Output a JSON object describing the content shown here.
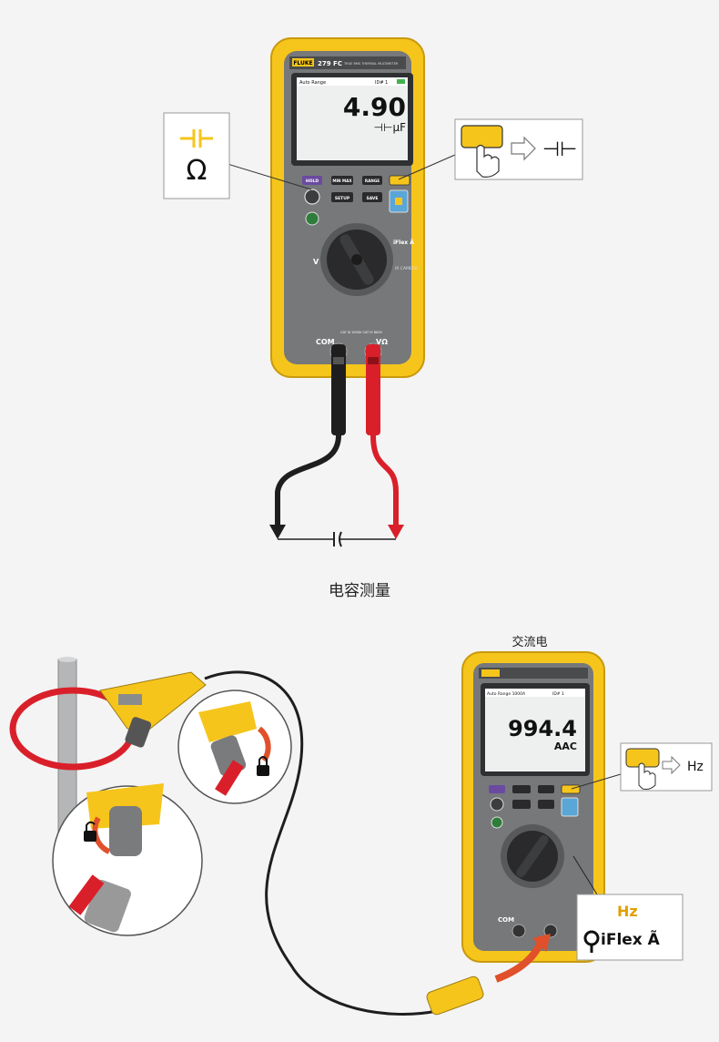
{
  "colors": {
    "yellow": "#f6c51c",
    "meter_body": "#76787a",
    "red_lead": "#d9202a",
    "black_lead": "#1e1e1e",
    "background": "#f4f4f4"
  },
  "meter_top": {
    "brand": "FLUKE",
    "model": "279 FC",
    "model_sub": "TRUE RMS THERMAL MULTIMETER",
    "screen": {
      "status": "Auto Range",
      "id": "ID# 1",
      "value": "4.90",
      "unit": "⊣⊢μF"
    },
    "buttons": {
      "hold": "HOLD",
      "minmax": "MIN MAX",
      "range": "RANGE",
      "setup": "SETUP",
      "save": "SAVE"
    },
    "dial_labels": {
      "left": "V",
      "bottom_right": "IR CAMERA",
      "right": "iFlex Ã"
    },
    "terminals": {
      "com": "COM",
      "cat": "CAT III 1000V  CAT IV 600V",
      "volt": "VΩ"
    }
  },
  "callout_left": {
    "icon": "capacitor-icon",
    "symbol": "Ω"
  },
  "callout_right": {
    "icon": "hand-press-icon",
    "symbol": "⊣⊢"
  },
  "caption_top": "电容测量",
  "caption_ac": "交流电",
  "meter_bottom": {
    "screen": {
      "status": "Auto Range 1000A",
      "id": "ID# 1",
      "value": "994.4",
      "unit": "AAC"
    },
    "terminals": {
      "com": "COM"
    }
  },
  "callout_hz": {
    "label": "Hz"
  },
  "callout_iflex": {
    "hz": "Hz",
    "iflex": "iFlex Ã"
  }
}
